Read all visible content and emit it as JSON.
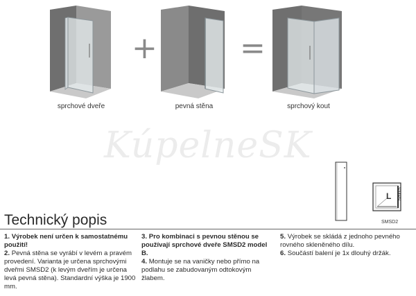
{
  "captions": {
    "doors": "sprchové dveře",
    "wall": "pevná stěna",
    "corner": "sprchový kout"
  },
  "operators": {
    "plus": "+",
    "equals": "="
  },
  "watermark": "KúpelneSK",
  "section_title": "Technický popis",
  "diagram": {
    "letter": "L",
    "side_label": "SMPS",
    "bottom_label": "SMSD2"
  },
  "items": [
    {
      "num": "1.",
      "bold": "Výrobek není určen k samostatnému použití!",
      "text": ""
    },
    {
      "num": "2.",
      "bold": "",
      "text": "Pevná stěna se vyrábí v levém a pravém provedení. Varianta je určena sprchovými dveřmi SMSD2 (k levým dveřím je určena levá pevná stěna). Standardní výška je 1900 mm."
    },
    {
      "num": "3.",
      "bold": "Pro kombinaci s pevnou stěnou se používají sprchové dveře SMSD2 model B.",
      "text": ""
    },
    {
      "num": "4.",
      "bold": "",
      "text": "Montuje se na vaničky nebo přímo na podlahu se zabudovaným odtokovým žlabem."
    },
    {
      "num": "5.",
      "bold": "",
      "text": "Výrobek se skládá z jednoho pevného rovného skleněného dílu."
    },
    {
      "num": "6.",
      "bold": "",
      "text": "Součástí balení je 1x dlouhý držák."
    }
  ],
  "colors": {
    "wall_dark": "#6e6e6e",
    "wall_light": "#bdbdbd",
    "glass": "#e9eef0",
    "frame": "#9aa3a8"
  }
}
